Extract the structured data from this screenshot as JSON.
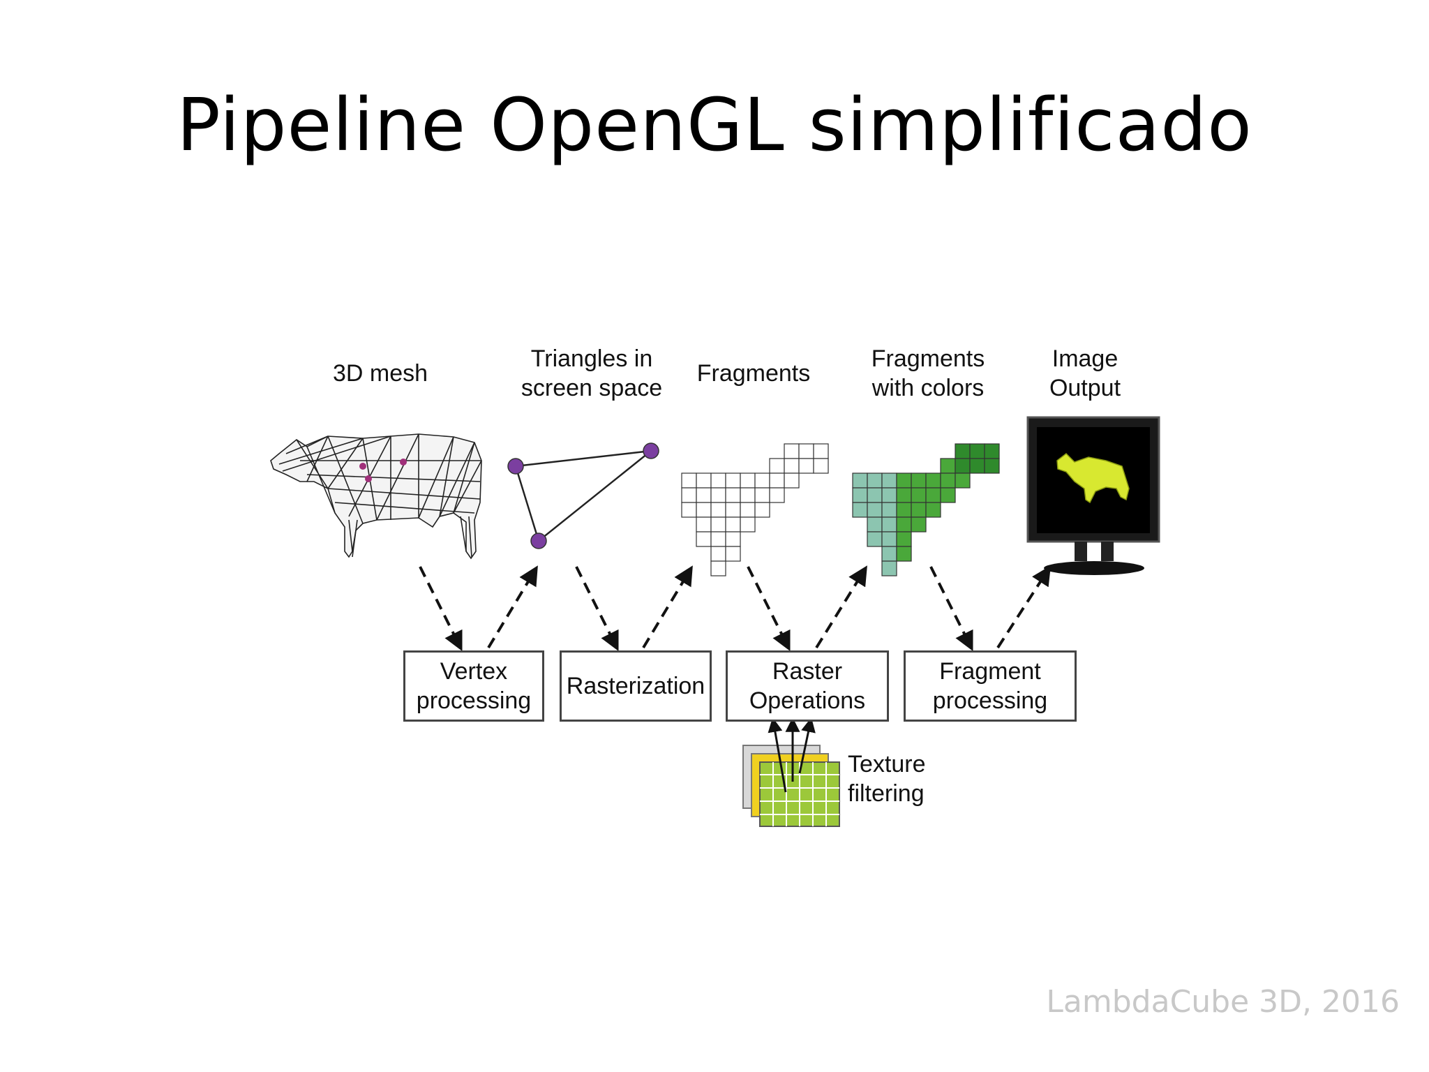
{
  "slide": {
    "title": "Pipeline OpenGL simplificado",
    "footer": "LambdaCube 3D, 2016"
  },
  "diagram": {
    "stages": [
      {
        "id": "mesh",
        "label": "3D mesh"
      },
      {
        "id": "triangles",
        "label": "Triangles in\nscreen space"
      },
      {
        "id": "fragments",
        "label": "Fragments"
      },
      {
        "id": "colored",
        "label": "Fragments\nwith colors"
      },
      {
        "id": "output",
        "label": "Image\nOutput"
      }
    ],
    "processes": [
      {
        "id": "vertex",
        "label": "Vertex\nprocessing"
      },
      {
        "id": "raster",
        "label": "Rasterization"
      },
      {
        "id": "rop",
        "label": "Raster\nOperations"
      },
      {
        "id": "fragment",
        "label": "Fragment\nprocessing"
      }
    ],
    "texture_label": "Texture\nfiltering",
    "colors": {
      "vertex_dot": "#7b3fa0",
      "fragment_teal": "#8cc5b0",
      "fragment_green": "#4aa83a",
      "fragment_dark_green": "#2f8a2c",
      "texture_green": "#9cc83a",
      "texture_yellow": "#f0d020",
      "monitor": "#1a1a1a",
      "output_cow": "#d8e830"
    }
  }
}
